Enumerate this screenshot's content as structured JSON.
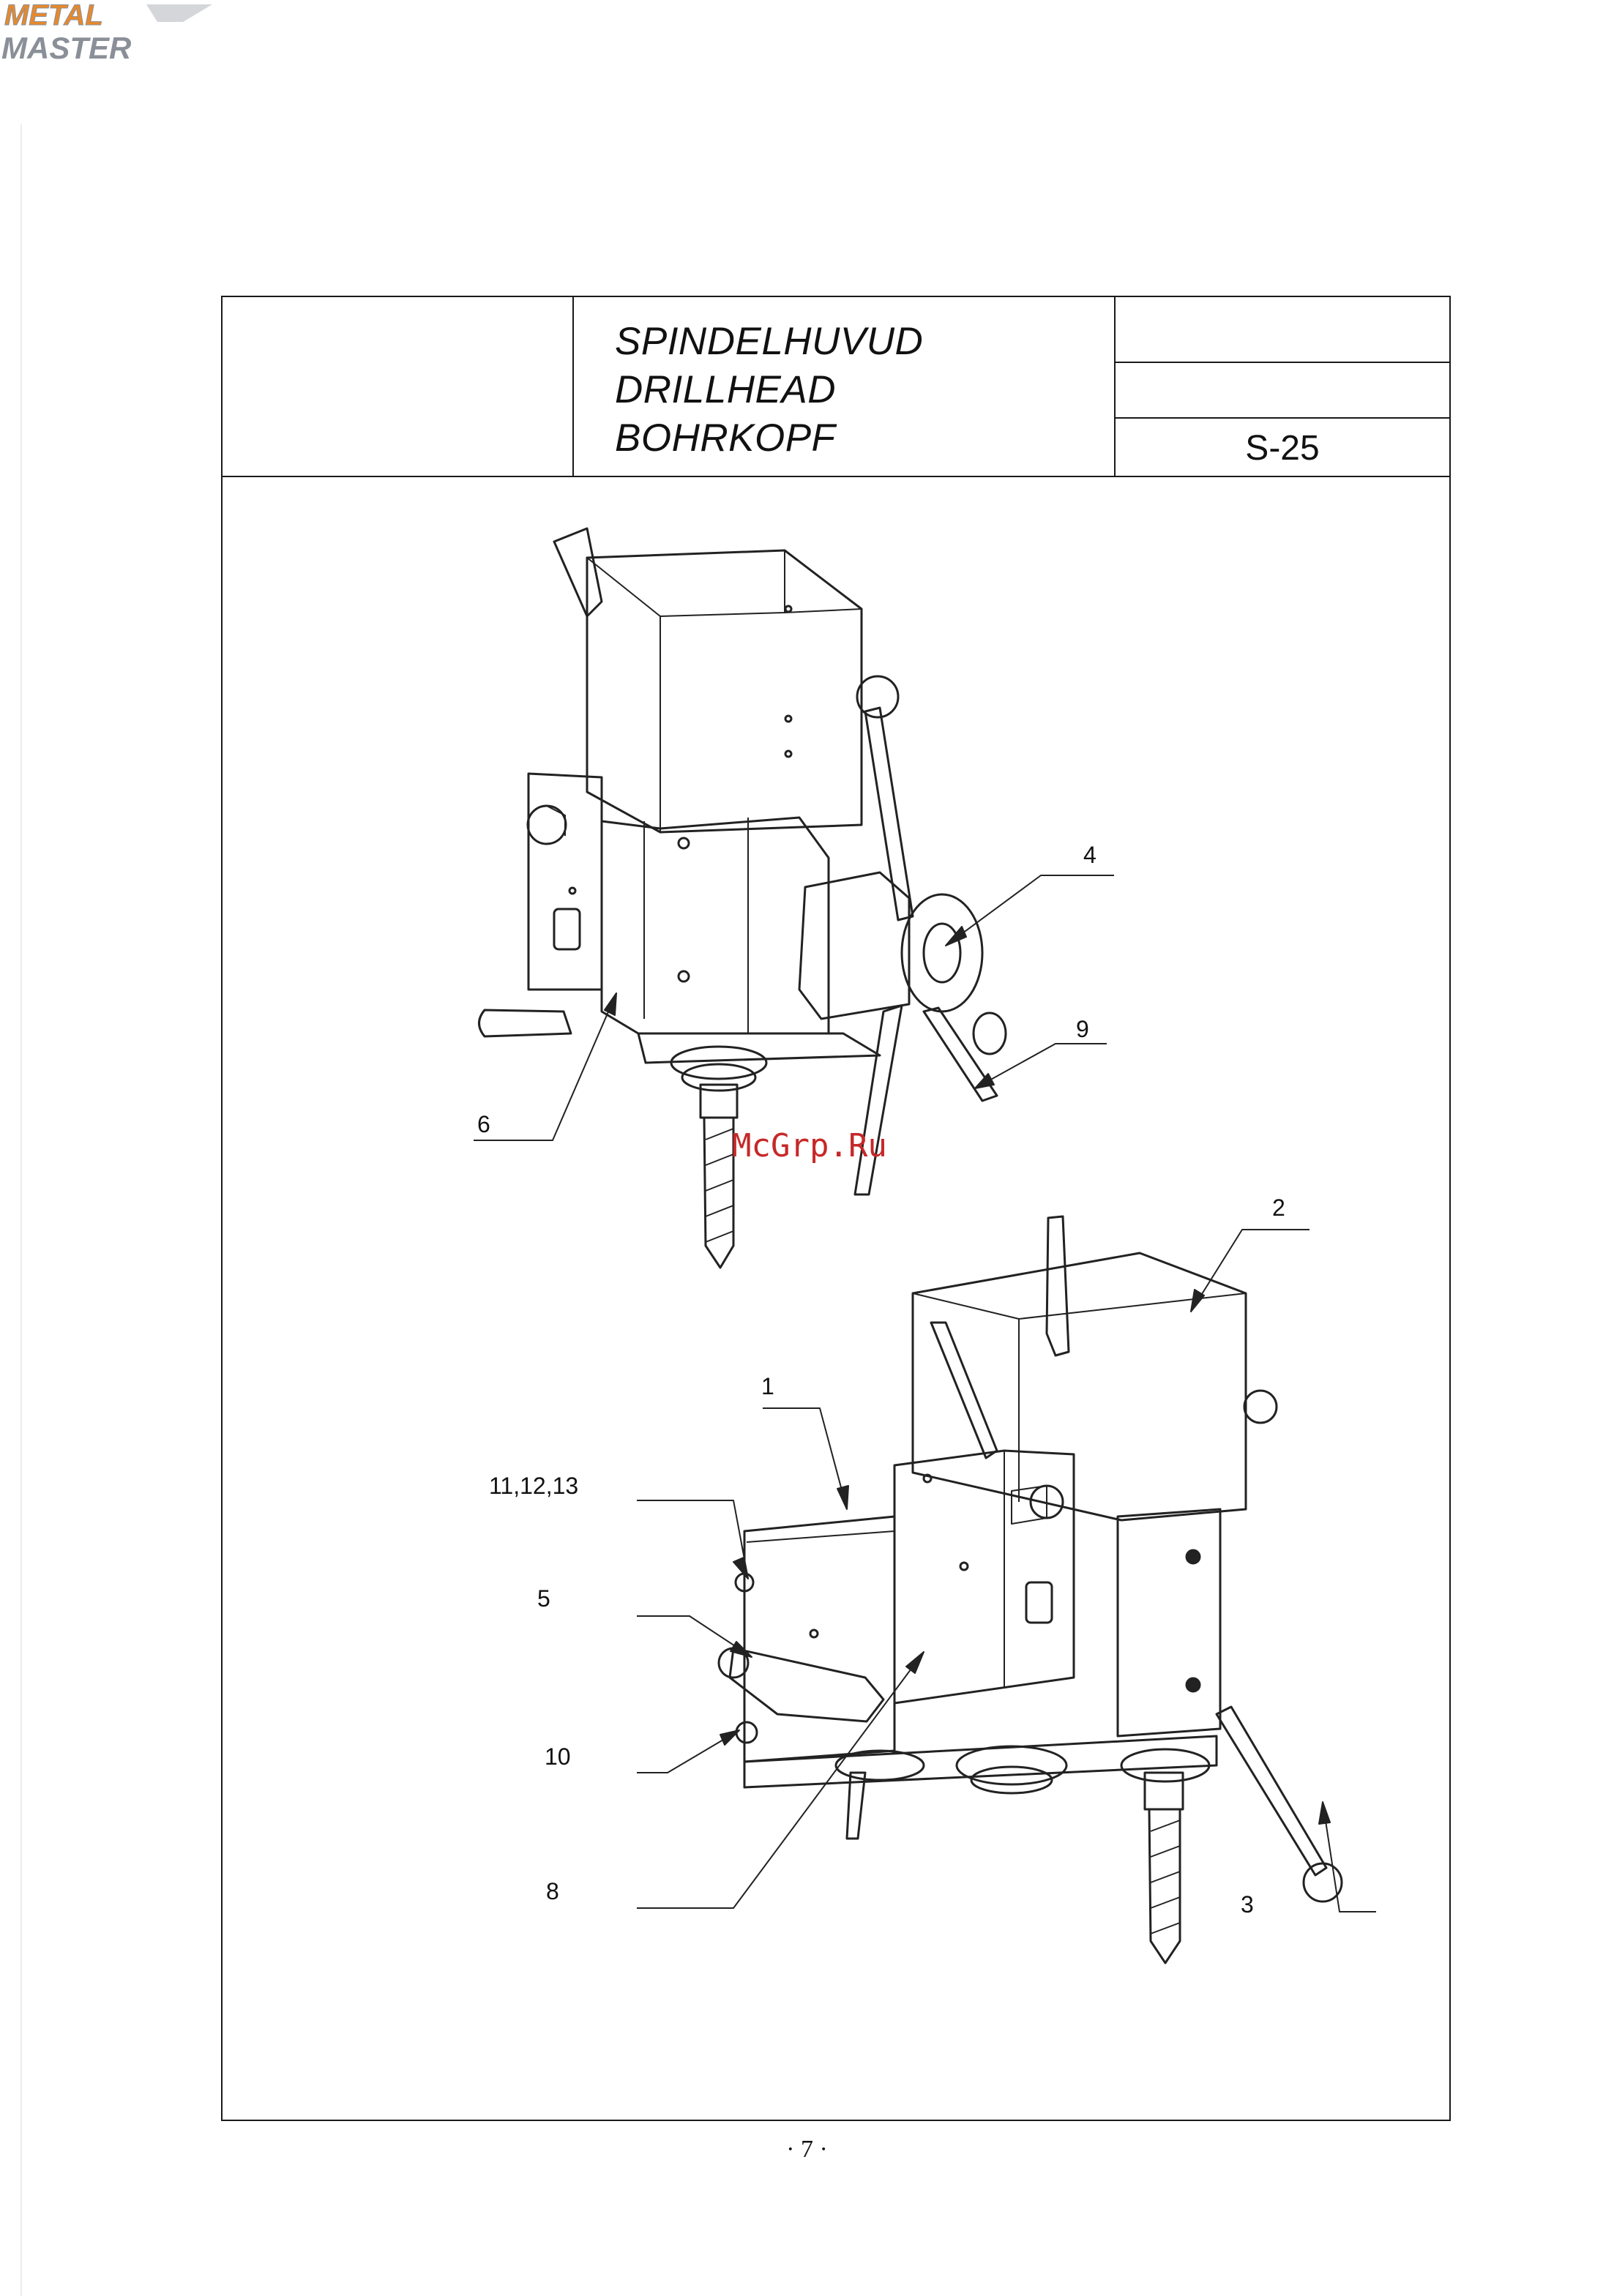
{
  "logo": {
    "line1": "METAL",
    "line2": "MASTER",
    "color": "#e8892b",
    "shadow": "#8a8f98"
  },
  "header": {
    "titles": [
      "SPINDELHUVUD",
      "DRILLHEAD",
      "BOHRKOPF"
    ],
    "code": "S-25"
  },
  "callouts": {
    "c1": "1",
    "c2": "2",
    "c3": "3",
    "c4": "4",
    "c5": "5",
    "c6": "6",
    "c8": "8",
    "c9": "9",
    "c10": "10",
    "c11_13": "11,12,13"
  },
  "watermark": "McGrp.Ru",
  "footer": {
    "page": "· 7 ·"
  }
}
